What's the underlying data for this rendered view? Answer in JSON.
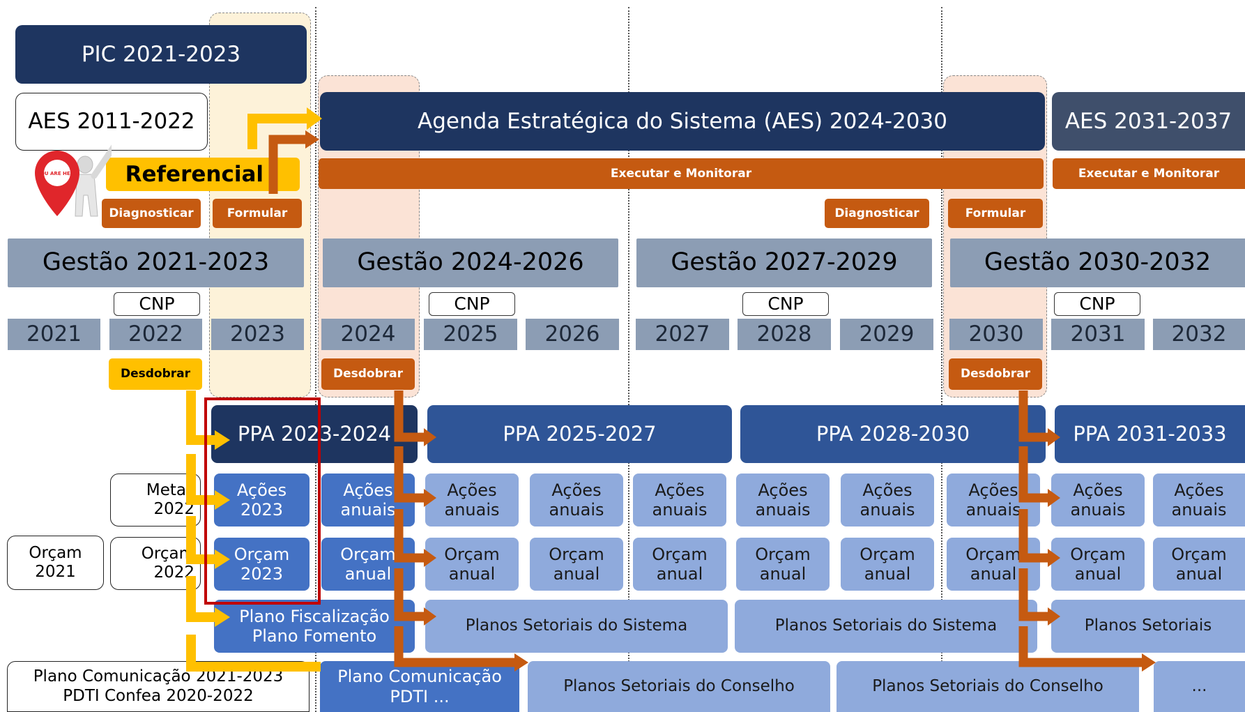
{
  "pic": "PIC 2021-2023",
  "aes_prev": "AES 2011-2022",
  "aes_main": "Agenda Estratégica do Sistema (AES) 2024-2030",
  "aes_next": "AES 2031-2037",
  "referencial": "Referencial",
  "you_are_here": "YOU ARE HERE",
  "actions": {
    "diagnosticar": "Diagnosticar",
    "formular": "Formular",
    "executar": "Executar e Monitorar",
    "desdobrar": "Desdobrar"
  },
  "gestoes": [
    "Gestão 2021-2023",
    "Gestão 2024-2026",
    "Gestão 2027-2029",
    "Gestão 2030-2032"
  ],
  "cnp": "CNP",
  "years": [
    "2021",
    "2022",
    "2023",
    "2024",
    "2025",
    "2026",
    "2027",
    "2028",
    "2029",
    "2030",
    "2031",
    "2032"
  ],
  "ppa": [
    "PPA 2023-2024",
    "PPA 2025-2027",
    "PPA 2028-2030",
    "PPA 2031-2033"
  ],
  "metas_2022": [
    "Metas",
    "2022"
  ],
  "orcam_2021": [
    "Orçam",
    "2021"
  ],
  "orcam_2022": [
    "Orçam",
    "2022"
  ],
  "acoes_2023": [
    "Ações",
    "2023"
  ],
  "orcam_2023": [
    "Orçam",
    "2023"
  ],
  "acoes_anuais": [
    "Ações",
    "anuais"
  ],
  "orcam_anual": [
    "Orçam",
    "anual"
  ],
  "plano_fisc": [
    "Plano Fiscalização",
    "Plano Fomento"
  ],
  "planos_setoriais_sistema": "Planos Setoriais do Sistema",
  "planos_setoriais": "Planos Setoriais",
  "plano_com_pdti": [
    "Plano Comunicação 2021-2023",
    "PDTI Confea 2020-2022"
  ],
  "plano_com_short": [
    "Plano Comunicação",
    "PDTI ..."
  ],
  "planos_setoriais_conselho": "Planos Setoriais do Conselho",
  "ellipsis": "..."
}
